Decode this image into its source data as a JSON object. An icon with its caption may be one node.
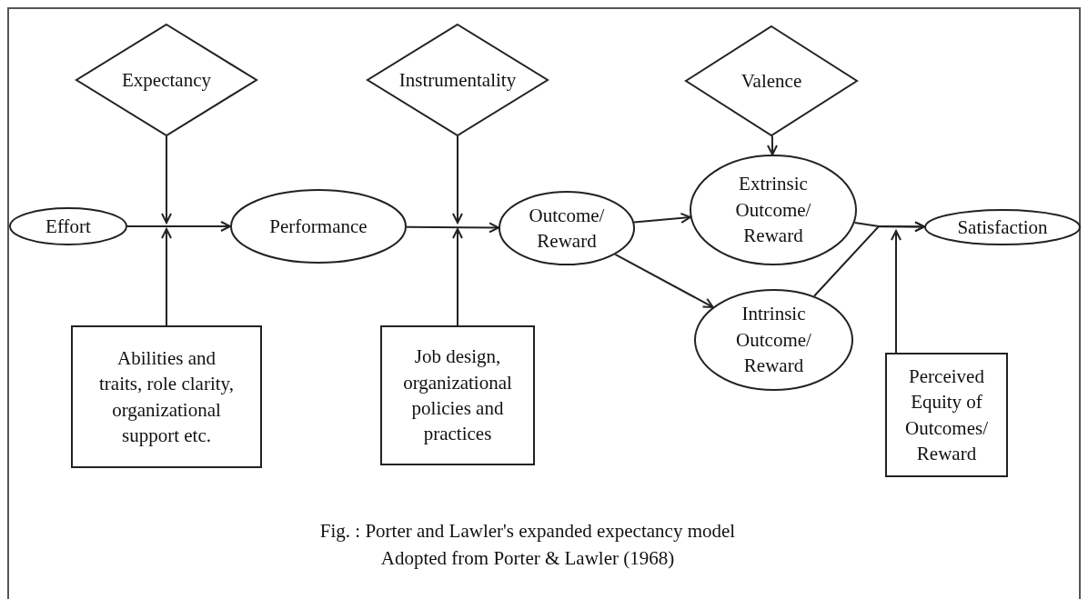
{
  "diagram": {
    "nodes": [
      {
        "text": [
          "Expectancy"
        ]
      },
      {
        "text": [
          "Instrumentality"
        ]
      },
      {
        "text": [
          "Valence"
        ]
      },
      {
        "text": [
          "Effort"
        ]
      },
      {
        "text": [
          "Performance"
        ]
      },
      {
        "text": [
          "Outcome/ Reward"
        ]
      },
      {
        "text": [
          "Extrinsic Outcome/ Reward"
        ]
      },
      {
        "text": [
          "Satisfaction"
        ]
      },
      {
        "text": [
          "Abilities and traits, role clarity, organizational support etc."
        ]
      },
      {
        "text": [
          "Intrinsic Outcome/ Reward"
        ]
      },
      {
        "text": [
          "Job design, organizational policies and practices"
        ]
      },
      {
        "text": [
          "Perceived Equity of Outcomes/ Reward"
        ]
      }
    ],
    "edges": [
      {
        "from": 3,
        "to": 4,
        "arrow": "to"
      },
      {
        "from": 0,
        "to": null,
        "arrow": "to"
      },
      {
        "from": 8,
        "to": null,
        "arrow": "to"
      },
      {
        "from": 4,
        "to": 5,
        "arrow": "to"
      },
      {
        "from": 1,
        "to": null,
        "arrow": "to"
      },
      {
        "from": 10,
        "to": null,
        "arrow": "to"
      },
      {
        "from": 2,
        "to": 6,
        "arrow": "to"
      },
      {
        "from": 5,
        "to": 6,
        "arrow": "to"
      },
      {
        "from": 5,
        "to": 9,
        "arrow": "to"
      },
      {
        "from": 6,
        "to": 7,
        "arrow": "to"
      },
      {
        "from": 9,
        "to": 7,
        "arrow": "to"
      },
      {
        "from": 11,
        "to": null,
        "arrow": "to"
      }
    ],
    "caption": "Fig. : Porter and Lawler's expanded expectancy model",
    "labels": [
      "Adopted from Porter & Lawler (1968)"
    ]
  }
}
